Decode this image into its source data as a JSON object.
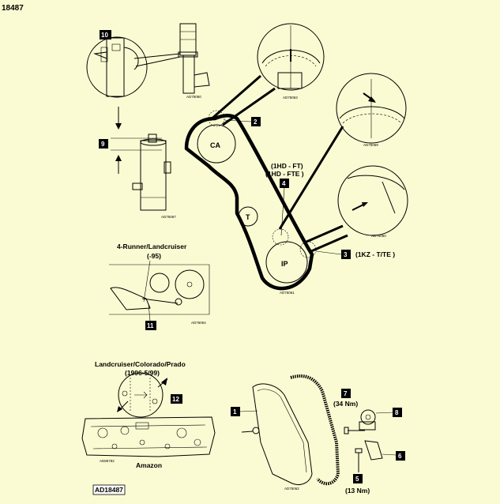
{
  "header": {
    "ref": "18487"
  },
  "footer": {
    "ref": "AD18487"
  },
  "callouts": {
    "c1": "1",
    "c2": "2",
    "c3": "3",
    "c4": "4",
    "c5": "5",
    "c6": "6",
    "c7": "7",
    "c8": "8",
    "c9": "9",
    "c10": "10",
    "c11": "11",
    "c12": "12"
  },
  "labels": {
    "ca": "CA",
    "t": "T",
    "ip": "IP",
    "engine_hd_ft": "(1HD - FT)",
    "engine_hd_fte": "(1HD - FTE )",
    "engine_kz": "(1KZ - T/TE )",
    "runner_title": "4-Runner/Landcruiser",
    "runner_sub": "(-95)",
    "lc_title": "Landcruiser/Colorado/Prado",
    "lc_sub": "(1996-5/99)",
    "torque_7": "(34 Nm)",
    "torque_5": "(13 Nm)",
    "amazon": "Amazon"
  },
  "image_codes": {
    "a1": "AD75060",
    "a2": "AD75063",
    "a3": "AD75059",
    "a4": "AD75060",
    "a5": "AD75061",
    "a6": "AD75067",
    "a7": "AD75064",
    "a8": "AD86782",
    "a9": "AD75062"
  }
}
